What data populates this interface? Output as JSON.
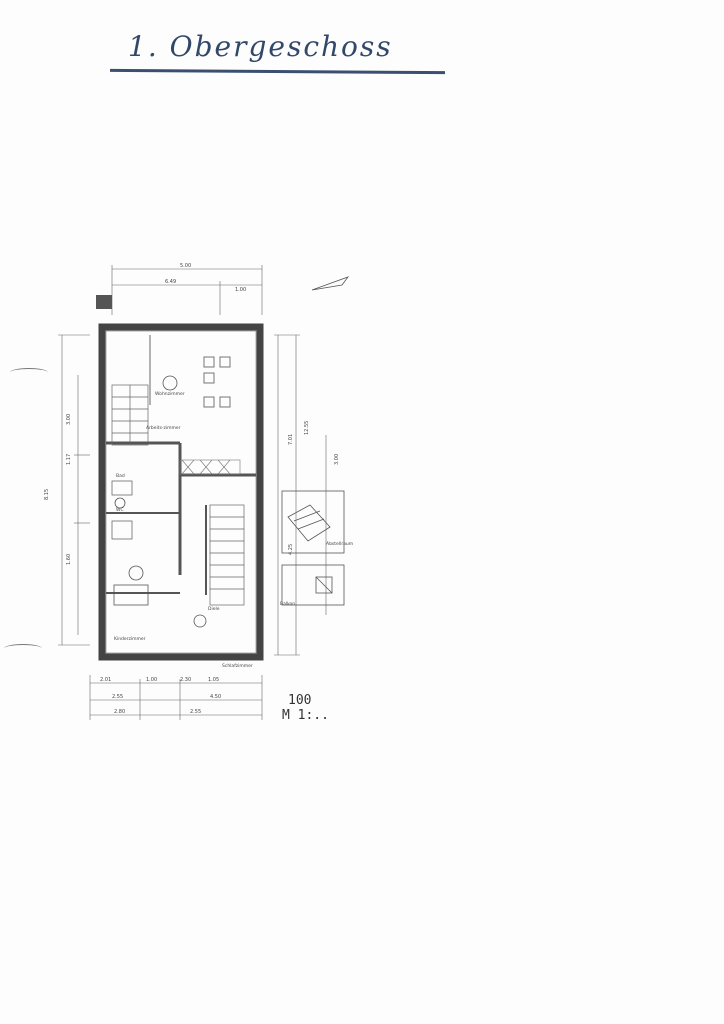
{
  "document": {
    "heading": "1. Obergeschoss",
    "scale_number": "100",
    "scale_label": "M 1:..",
    "room_labels": [
      "Wohnzimmer",
      "Arbeits-zimmer",
      "Bad",
      "WC",
      "Kinderzimmer",
      "Diele",
      "Schlafzimmer",
      "Balkon",
      "Abstellraum"
    ],
    "dimensions_top": [
      "5.00",
      "6.49",
      "1.00"
    ],
    "dimensions_bottom": [
      "2.01",
      "1.00",
      "2.30",
      "1.05",
      "2.55",
      "4.50",
      "2.80",
      "2.55"
    ],
    "dimensions_side": [
      "8.15",
      "3.00",
      "1.17",
      "1.60",
      "7.01",
      "12.55",
      "4.25",
      "3.00"
    ]
  }
}
